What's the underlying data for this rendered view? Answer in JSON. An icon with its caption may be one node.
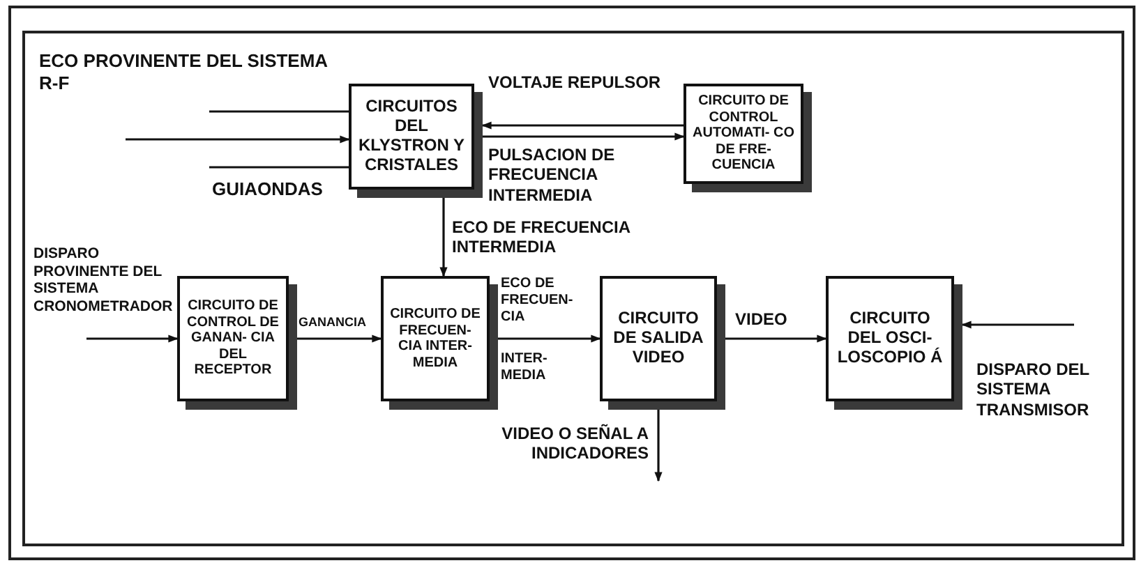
{
  "diagram": {
    "nodes": [
      {
        "text": [
          "CIRCUITOS DEL KLYSTRON Y CRISTALES"
        ]
      },
      {
        "text": [
          "CIRCUITO DE CONTROL AUTOMATI- CO DE FRE- CUENCIA"
        ]
      },
      {
        "text": [
          "CIRCUITO DE CONTROL DE GANAN- CIA DEL RECEPTOR"
        ]
      },
      {
        "text": [
          "CIRCUITO DE FRECUEN- CIA INTER- MEDIA"
        ]
      },
      {
        "text": [
          "CIRCUITO DE SALIDA VIDEO"
        ]
      },
      {
        "text": [
          "CIRCUITO DEL OSCI- LOSCOPIO Á"
        ]
      }
    ],
    "edges": [
      {
        "from": null,
        "to": 0,
        "arrow": "to"
      },
      {
        "from": 1,
        "to": 0,
        "arrow": "to",
        "label": "VOLTAJE REPULSOR"
      },
      {
        "from": 0,
        "to": 1,
        "arrow": "to",
        "label": "PULSACION DE FRECUENCIA INTERMEDIA"
      },
      {
        "from": 0,
        "to": 3,
        "arrow": "to",
        "label": "ECO DE FRECUENCIA INTERMEDIA"
      },
      {
        "from": null,
        "to": 2,
        "arrow": "to"
      },
      {
        "from": 2,
        "to": 3,
        "arrow": "to",
        "label": "GANANCIA"
      },
      {
        "from": 3,
        "to": 4,
        "arrow": "to",
        "label": "ECO DE FRECUEN- CIA"
      },
      {
        "from": 4,
        "to": 5,
        "arrow": "to",
        "label": "VIDEO"
      },
      {
        "from": 4,
        "to": null,
        "arrow": "to",
        "label": "VIDEO O SEÑAL A INDICADORES"
      },
      {
        "from": null,
        "to": 5,
        "arrow": "to"
      }
    ],
    "labels": [
      "ECO PROVINENTE DEL SISTEMA R-F",
      "GUIAONDAS",
      "DISPARO PROVINENTE DEL SISTEMA CRONOMETRADOR",
      "INTER- MEDIA",
      "DISPARO DEL SISTEMA TRANSMISOR"
    ]
  }
}
